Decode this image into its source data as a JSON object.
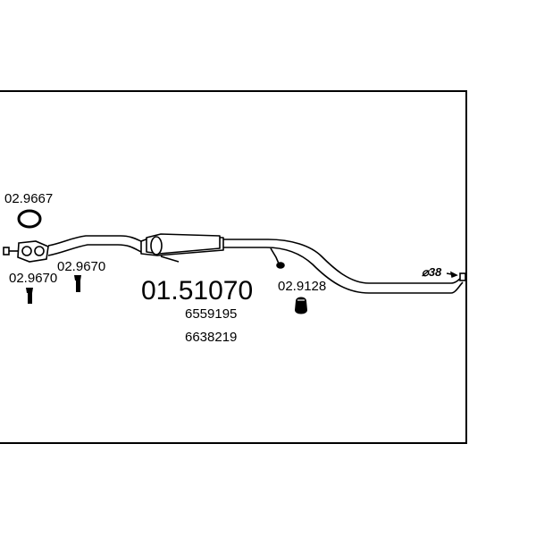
{
  "main_part_number": "01.51070",
  "oe_numbers": [
    "6559195",
    "6638219"
  ],
  "accessories": {
    "gasket": "02.9667",
    "bolt_left": "02.9670",
    "bolt_right": "02.9670",
    "hanger": "02.9128"
  },
  "pipe_diameter": "⌀38",
  "colors": {
    "line": "#000000",
    "background": "#ffffff"
  }
}
